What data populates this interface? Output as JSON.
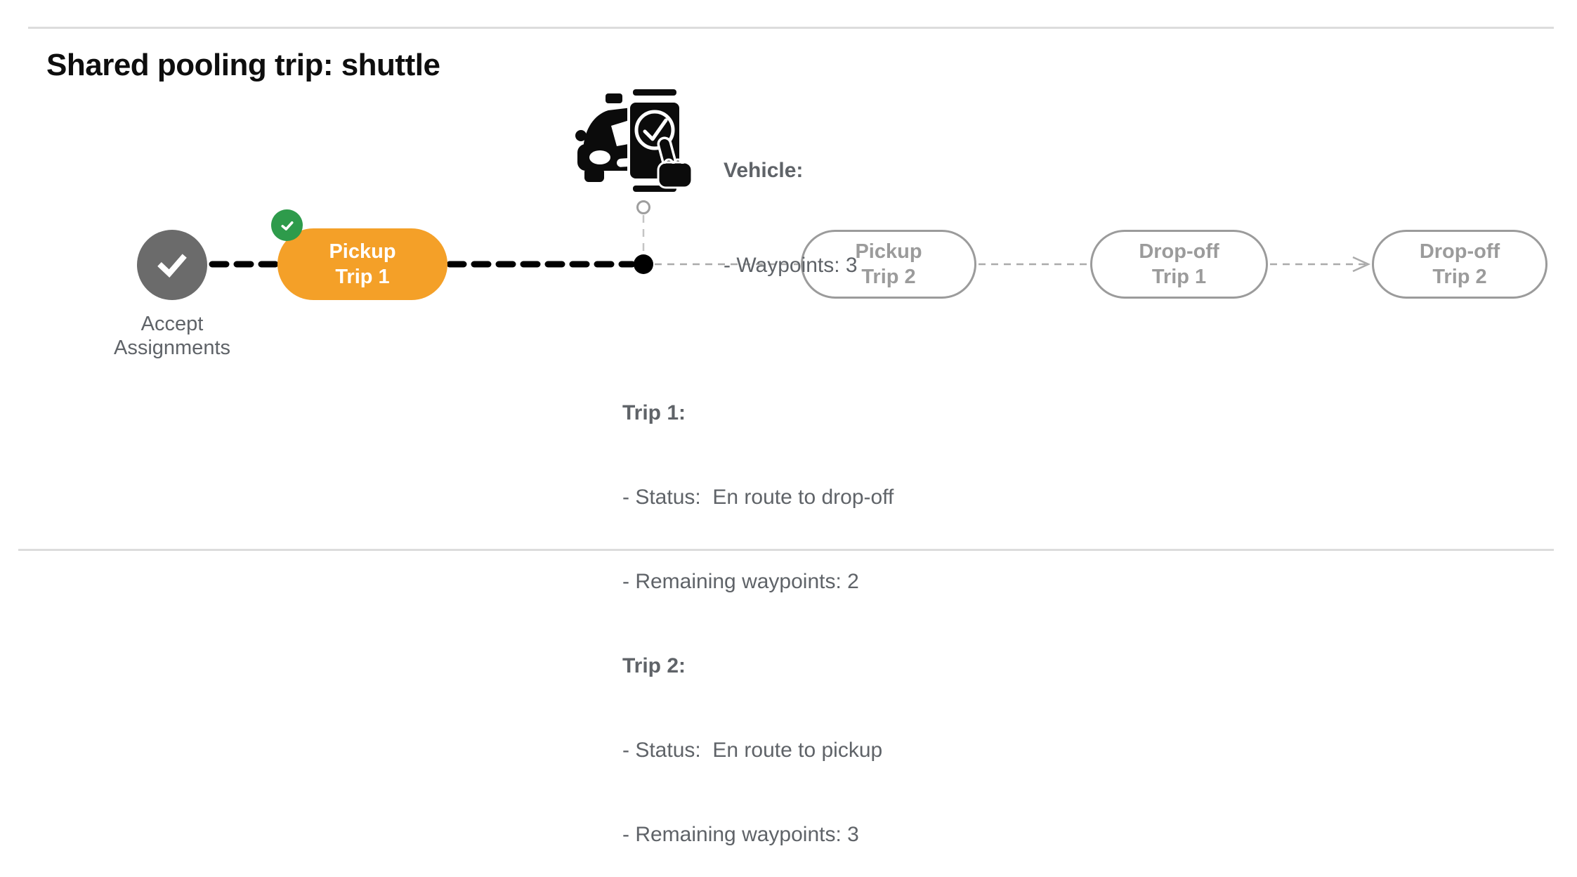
{
  "title": "Shared pooling trip: shuttle",
  "colors": {
    "accent_orange": "#F4A028",
    "success_green": "#2E9B4B",
    "completed_node_gray": "#6B6B6B",
    "pending_gray": "#9B9B9B",
    "text_gray": "#5F6368",
    "line_black": "#000000",
    "line_gray": "#ABABAB"
  },
  "vehicle_info": {
    "title": "Vehicle:",
    "waypoints": "- Waypoints: 3"
  },
  "timeline": {
    "accept_label_line1": "Accept",
    "accept_label_line2": "Assignments",
    "steps": [
      {
        "line1": "Pickup",
        "line2": "Trip 1",
        "state": "current"
      },
      {
        "line1": "Pickup",
        "line2": "Trip 2",
        "state": "pending"
      },
      {
        "line1": "Drop-off",
        "line2": "Trip 1",
        "state": "pending"
      },
      {
        "line1": "Drop-off",
        "line2": "Trip 2",
        "state": "pending"
      }
    ]
  },
  "trip_details": {
    "trip1_title": "Trip 1:",
    "trip1_status": "- Status:  En route to drop-off",
    "trip1_remaining": "- Remaining waypoints: 2",
    "trip2_title": "Trip 2:",
    "trip2_status": "- Status:  En route to pickup",
    "trip2_remaining": "- Remaining waypoints: 3"
  }
}
